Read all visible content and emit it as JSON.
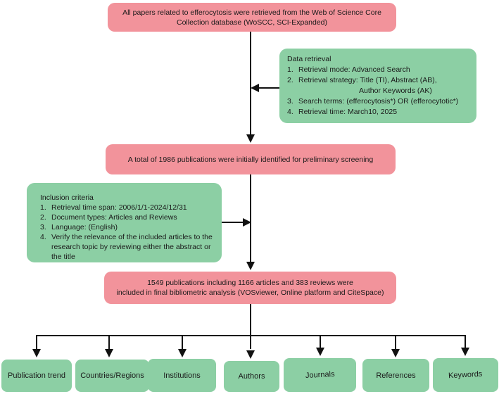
{
  "flowchart": {
    "source_box": {
      "text": "All papers related to efferocytosis were retrieved from the Web of Science Core\nCollection database (WoSCC, SCI-Expanded)"
    },
    "data_retrieval": {
      "title": "Data retrieval",
      "items": [
        {
          "n": "1.",
          "text": "Retrieval mode: Advanced Search"
        },
        {
          "n": "2.",
          "text": "Retrieval strategy: Title (TI), Abstract (AB),",
          "cont": "Author Keywords (AK)"
        },
        {
          "n": "3.",
          "text": "Search terms: (efferocytosis*) OR (efferocytotic*)"
        },
        {
          "n": "4.",
          "text": "Retrieval time: March10, 2025"
        }
      ]
    },
    "screening_box": {
      "text": "A total of 1986 publications were initially identified for preliminary screening"
    },
    "inclusion_criteria": {
      "title": "Inclusion criteria",
      "items": [
        {
          "n": "1.",
          "text": "Retrieval time span: 2006/1/1-2024/12/31"
        },
        {
          "n": "2.",
          "text": "Document types: Articles and Reviews"
        },
        {
          "n": "3.",
          "text": "Language: (English)"
        },
        {
          "n": "4.",
          "text": "Verify the relevance of the included articles to the research topic by reviewing either the abstract or the title"
        }
      ]
    },
    "final_box": {
      "text": "1549 publications including 1166 articles and 383 reviews were\nincluded in final bibliometric analysis (VOSviewer, Online platform and CiteSpace)"
    },
    "outputs": [
      "Publication trend",
      "Countries/Regions",
      "Institutions",
      "Authors",
      "Journals",
      "References",
      "Keywords"
    ],
    "colors": {
      "process_box": "#F2939B",
      "note_box": "#8CCFA4",
      "connector": "#111111"
    }
  }
}
